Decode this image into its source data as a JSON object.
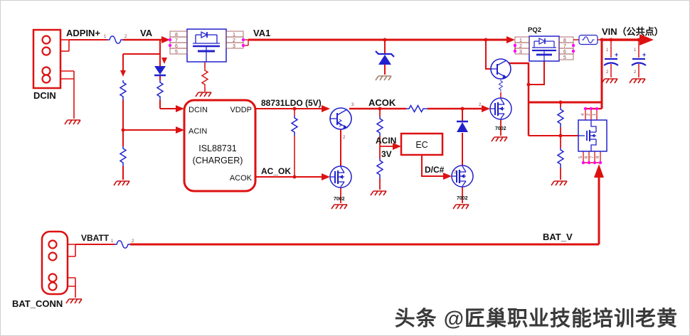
{
  "page": {
    "watermark": "头条 @匠巢职业技能培训老黄"
  },
  "nets": {
    "adpin": "ADPIN+",
    "va": "VA",
    "va1": "VA1",
    "vin": "VIN（公共点）",
    "ldo": "88731LDO (5V)",
    "ac_ok": "AC_OK",
    "acok": "ACOK",
    "acin": "ACIN",
    "v3": "3V",
    "dc": "D/C#",
    "vbatt": "VBATT",
    "bat_v": "BAT_V"
  },
  "components": {
    "dcin_connector": {
      "label": "DCIN"
    },
    "bat_connector": {
      "label": "BAT_CONN"
    },
    "charger": {
      "part": "ISL88731",
      "function": "(CHARGER)",
      "pin_dcin": "DCIN",
      "pin_acin": "ACIN",
      "pin_vddp": "VDDP",
      "pin_acok": "ACOK"
    },
    "pack1": {
      "pins_left": [
        "8",
        "7",
        "6",
        "5"
      ],
      "pins_right": [
        "1",
        "2",
        "3"
      ]
    },
    "pq2": {
      "ref": "PQ2",
      "pins_left": [
        "1",
        "2",
        "3"
      ],
      "pins_right": [
        "8",
        "7",
        "6",
        "5"
      ]
    },
    "pack3": {
      "pins_top": [
        "4",
        "2",
        "1"
      ],
      "pins_bottom": [
        "5",
        "6",
        "7",
        "8"
      ]
    },
    "ec": {
      "label": "EC"
    },
    "q7002": {
      "part": "7002"
    },
    "cap": {
      "pin1": "1",
      "pin2": "2",
      "plus": "+"
    },
    "fuse": {
      "pin1": "1",
      "pin2": "2"
    },
    "tiny_pins": {
      "p1": "1",
      "p2": "2",
      "p3": "3"
    }
  },
  "colors": {
    "wire": "#dd1111",
    "component": "#2121cc",
    "pin_dot": "#ff00ff",
    "pin_text": "#8b3a3a",
    "text": "#111111"
  }
}
